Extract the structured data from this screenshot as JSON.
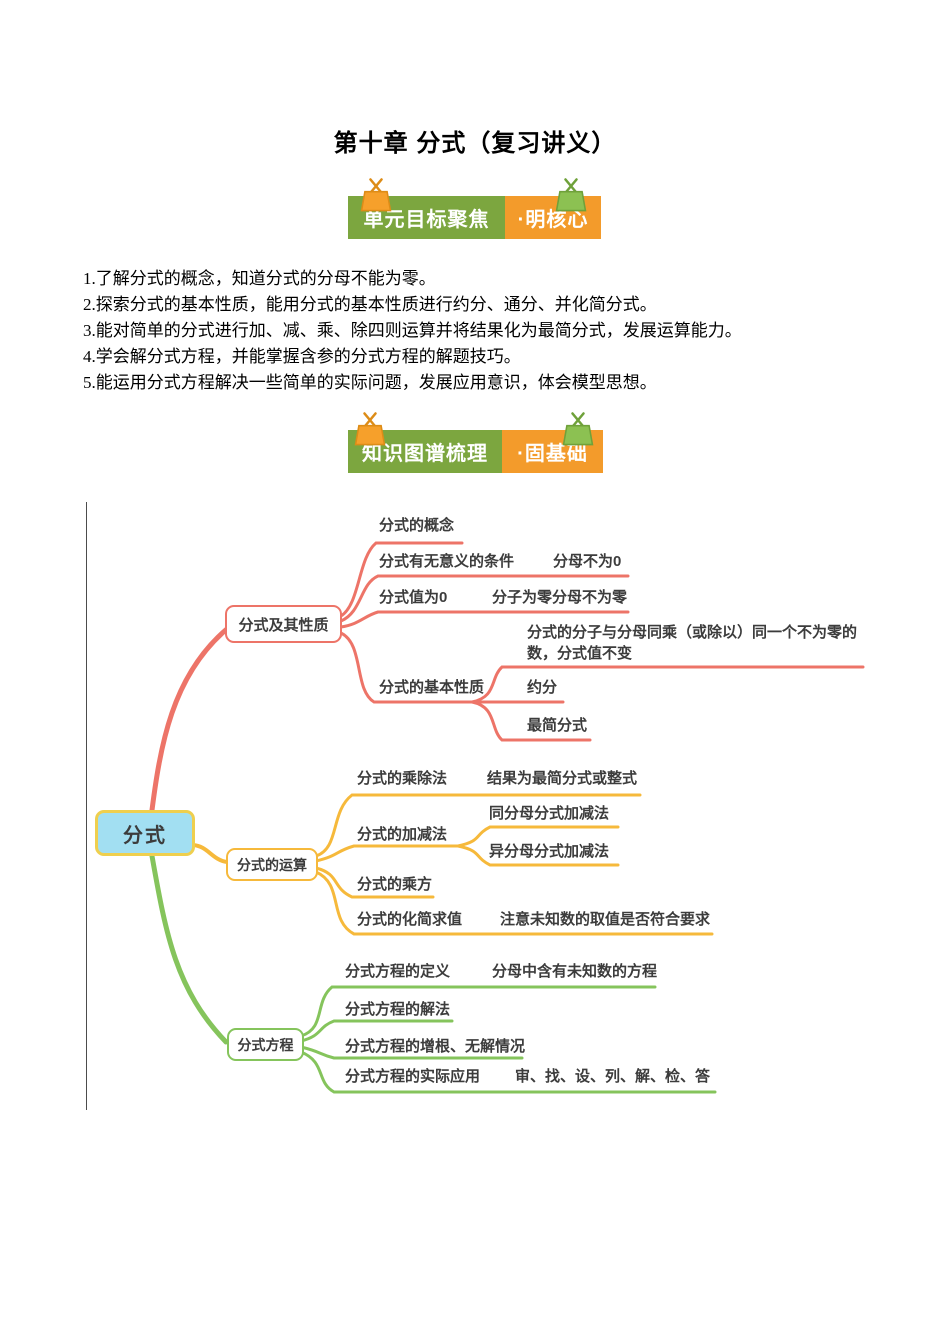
{
  "title": "第十章 分式（复习讲义）",
  "banners": [
    {
      "left": "单元目标聚焦",
      "right": "·明核心"
    },
    {
      "left": "知识图谱梳理",
      "right": "·固基础"
    }
  ],
  "objectives": [
    "1.了解分式的概念，知道分式的分母不能为零。",
    "2.探索分式的基本性质，能用分式的基本性质进行约分、通分、并化简分式。",
    "3.能对简单的分式进行加、减、乘、除四则运算并将结果化为最简分式，发展运算能力。",
    "4.学会解分式方程，并能掌握含参的分式方程的解题技巧。",
    "5.能运用分式方程解决一些简单的实际问题，发展应用意识，体会模型思想。"
  ],
  "mindmap": {
    "root": "分式",
    "branches": [
      {
        "label": "分式及其性质",
        "color": "#ED7468",
        "children": [
          {
            "label": "分式的概念"
          },
          {
            "label": "分式有无意义的条件",
            "note": "分母不为0"
          },
          {
            "label": "分式值为0",
            "note": "分子为零分母不为零"
          },
          {
            "label": "分式的基本性质",
            "children": [
              {
                "label": "分式的分子与分母同乘（或除以）同一个不为零的数，分式值不变"
              },
              {
                "label": "约分"
              },
              {
                "label": "最简分式"
              }
            ]
          }
        ]
      },
      {
        "label": "分式的运算",
        "color": "#F6B93B",
        "children": [
          {
            "label": "分式的乘除法",
            "note": "结果为最简分式或整式"
          },
          {
            "label": "分式的加减法",
            "children": [
              {
                "label": "同分母分式加减法"
              },
              {
                "label": "异分母分式加减法"
              }
            ]
          },
          {
            "label": "分式的乘方"
          },
          {
            "label": "分式的化简求值",
            "note": "注意未知数的取值是否符合要求"
          }
        ]
      },
      {
        "label": "分式方程",
        "color": "#85C45C",
        "children": [
          {
            "label": "分式方程的定义",
            "note": "分母中含有未知数的方程"
          },
          {
            "label": "分式方程的解法"
          },
          {
            "label": "分式方程的增根、无解情况"
          },
          {
            "label": "分式方程的实际应用",
            "note": "审、找、设、列、解、检、答"
          }
        ]
      }
    ]
  },
  "colors": {
    "banner_green": "#7CA63F",
    "banner_orange": "#F39B2B",
    "branch_red": "#ED7468",
    "branch_yellow": "#F6B93B",
    "branch_green": "#85C45C",
    "root_fill": "#A2DFF2",
    "root_border": "#EFCF4E"
  }
}
